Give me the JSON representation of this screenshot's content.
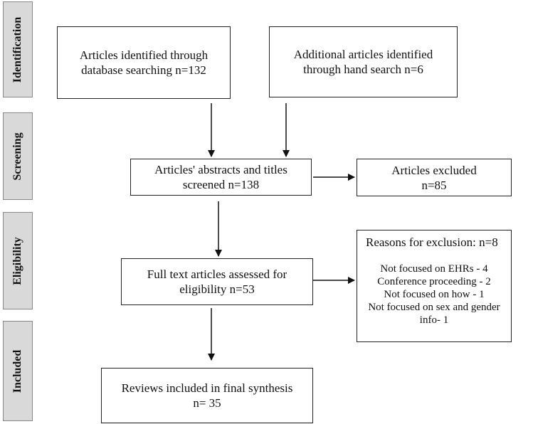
{
  "stages": [
    {
      "id": "identification",
      "label": "Identification"
    },
    {
      "id": "screening",
      "label": "Screening"
    },
    {
      "id": "eligibility",
      "label": "Eligibility"
    },
    {
      "id": "included",
      "label": "Included"
    }
  ],
  "boxes": {
    "database_search": {
      "line1": "Articles identified through",
      "line2": "database searching n=132"
    },
    "hand_search": {
      "line1": "Additional articles identified",
      "line2": "through hand search n=6"
    },
    "screened": {
      "line1": "Articles' abstracts and titles",
      "line2": "screened n=138"
    },
    "excluded": {
      "line1": "Articles excluded",
      "line2": "n=85"
    },
    "full_text": {
      "line1": "Full text articles assessed for",
      "line2": "eligibility n=53"
    },
    "reasons": {
      "title": "Reasons for exclusion: n=8",
      "items": [
        "Not focused on EHRs - 4",
        "Conference proceeding - 2",
        "Not focused on how - 1",
        "Not focused on sex and gender",
        "info- 1"
      ]
    },
    "included": {
      "line1": "Reviews included in final synthesis",
      "line2": "n= 35"
    }
  }
}
